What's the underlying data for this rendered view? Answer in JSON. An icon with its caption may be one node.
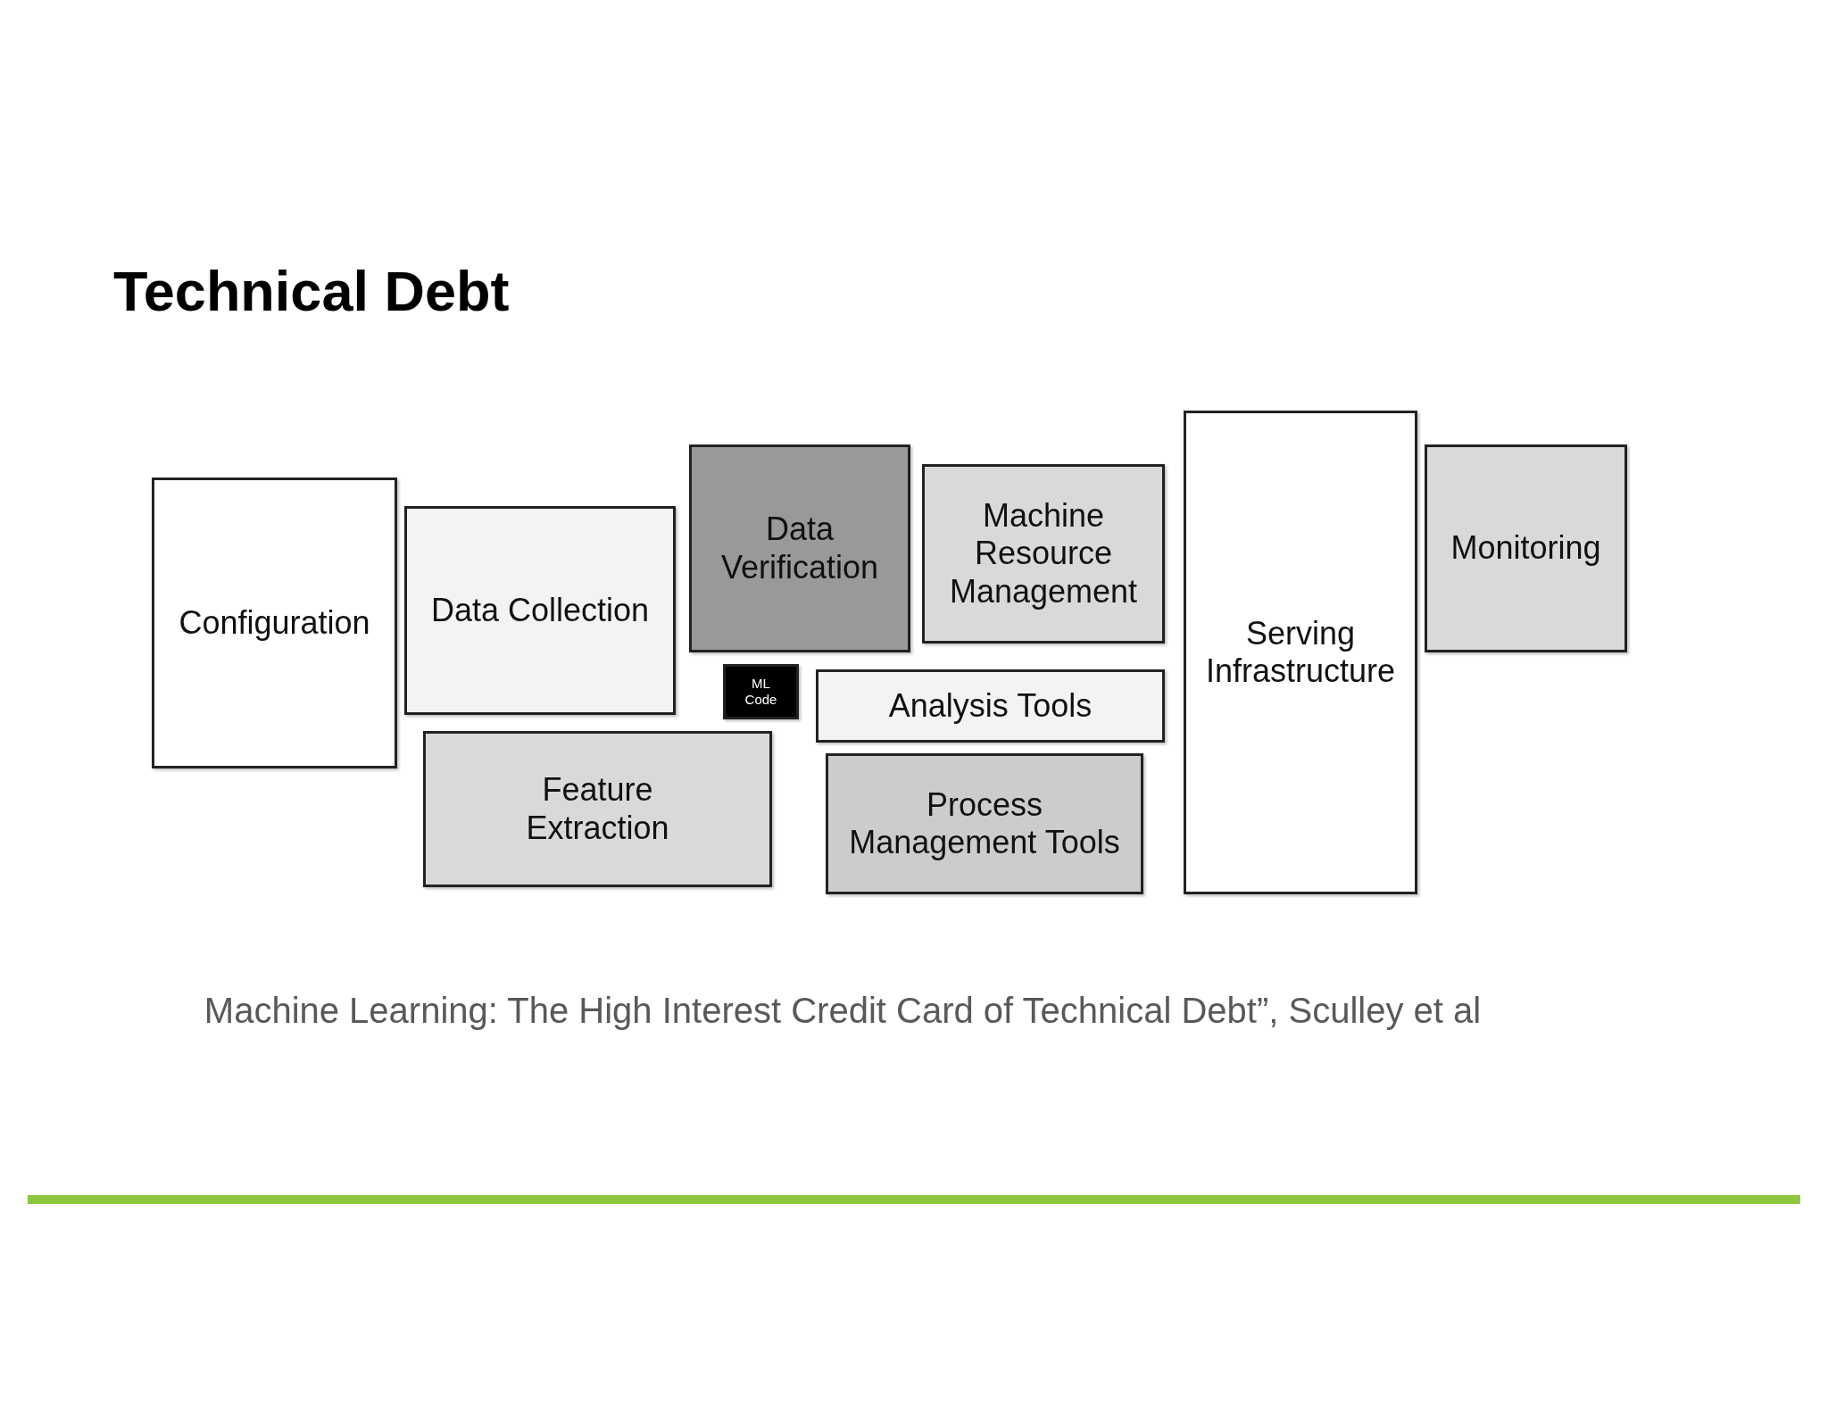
{
  "diagram": {
    "title": "Technical Debt",
    "nodes": [
      {
        "text": [
          "Configuration"
        ]
      },
      {
        "text": [
          "Data Collection"
        ]
      },
      {
        "text": [
          "Data Verification"
        ]
      },
      {
        "text": [
          "Machine Resource Management"
        ]
      },
      {
        "text": [
          "Serving Infrastructure"
        ]
      },
      {
        "text": [
          "Monitoring"
        ]
      },
      {
        "text": [
          "ML Code"
        ]
      },
      {
        "text": [
          "Analysis Tools"
        ]
      },
      {
        "text": [
          "Feature Extraction"
        ]
      },
      {
        "text": [
          "Process Management Tools"
        ]
      }
    ],
    "edges": [],
    "caption": "Machine Learning: The High Interest Credit Card of Technical Debt”, Sculley et al"
  }
}
